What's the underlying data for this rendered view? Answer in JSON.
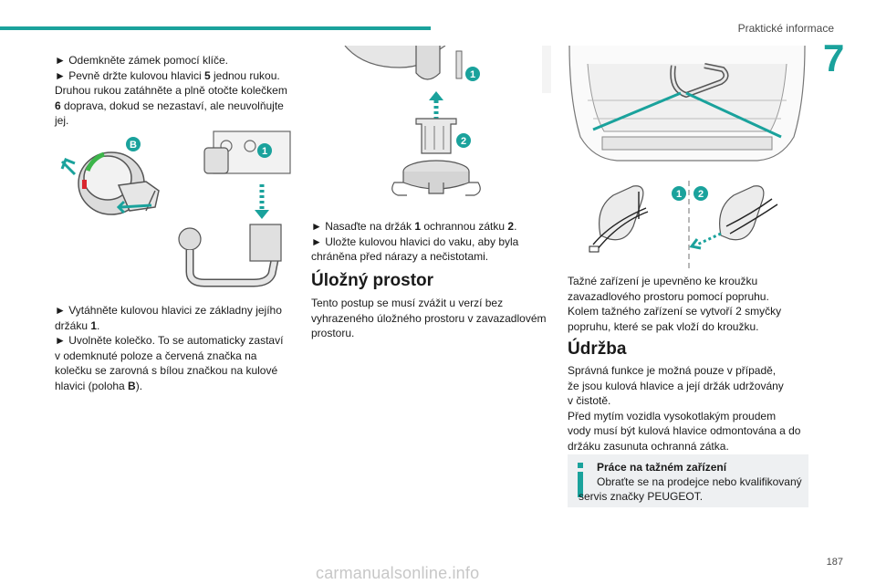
{
  "header": {
    "section_label": "Praktické informace",
    "chapter": "7",
    "accent_color": "#1aa29c"
  },
  "col1": {
    "intro_line1": "► Odemkněte zámek pomocí klíče.",
    "intro_line2_a": "► Pevně držte kulovou hlavici ",
    "intro_line2_b": "5",
    "intro_line2_c": " jednou rukou.",
    "intro_line3": "Druhou rukou zatáhněte a plně otočte kolečkem",
    "intro_line4_a": "6",
    "intro_line4_b": " doprava, dokud se nezastaví, ale neuvolňujte",
    "intro_line5": "jej.",
    "fig_labels": {
      "b": "B",
      "one": "1"
    },
    "step1_a": "► Vytáhněte kulovou hlavici ze základny jejího",
    "step1_b": "držáku ",
    "step1_c": "1",
    "step1_d": ".",
    "step2_line1": "► Uvolněte kolečko. To se automaticky zastaví",
    "step2_line2": "v odemknuté poloze a červená značka na",
    "step2_line3": "kolečku se zarovná s bílou značkou na kulové",
    "step2_line4_a": "hlavici (poloha ",
    "step2_line4_b": "B",
    "step2_line4_c": ")."
  },
  "col2": {
    "fig_labels": {
      "one": "1",
      "two": "2"
    },
    "step1_a": "► Nasaďte na držák ",
    "step1_b": "1",
    "step1_c": " ochrannou zátku ",
    "step1_d": "2",
    "step1_e": ".",
    "step2_line1": "► Uložte kulovou hlavici do vaku, aby byla",
    "step2_line2": "chráněna před nárazy a nečistotami.",
    "heading": "Úložný prostor",
    "para_line1": "Tento postup se musí zvážit u verzí bez",
    "para_line2": "vyhrazeného úložného prostoru v zavazadlovém",
    "para_line3": "prostoru."
  },
  "col3": {
    "fig_labels": {
      "one": "1",
      "two": "2"
    },
    "para1_line1": "Tažné zařízení je upevněno ke kroužku",
    "para1_line2": "zavazadlového prostoru pomocí popruhu.",
    "para1_line3": "Kolem tažného zařízení se vytvoří 2 smyčky",
    "para1_line4": "popruhu, které se pak vloží do kroužku.",
    "heading": "Údržba",
    "para2_line1": "Správná funkce je možná pouze v případě,",
    "para2_line2": "že jsou kulová hlavice a její držák udržovány",
    "para2_line3": "v čistotě.",
    "para2_line4": "Před mytím vozidla vysokotlakým proudem",
    "para2_line5": "vody musí být kulová hlavice odmontována a do",
    "para2_line6": "držáku zasunuta ochranná zátka.",
    "info_title": "Práce na tažném zařízení",
    "info_body": "Obraťte se na prodejce nebo kvalifikovaný servis značky PEUGEOT."
  },
  "footer": {
    "page_number": "187",
    "watermark": "carmanualsonline.info"
  }
}
